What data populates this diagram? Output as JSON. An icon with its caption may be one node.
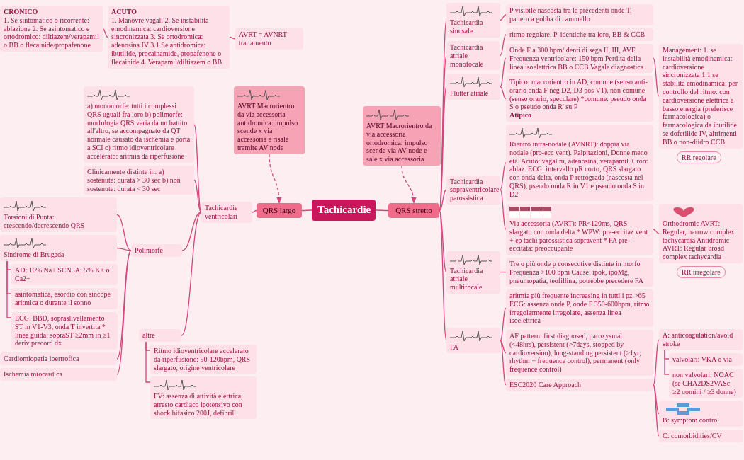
{
  "diagram": {
    "nodes": [
      {
        "text": [
          "Tachicardie"
        ]
      },
      {
        "text": [
          "QRS largo"
        ]
      },
      {
        "text": [
          "QRS stretto"
        ]
      },
      {
        "text": [
          "AVRT Macrorientro da via accessoria antidromica: impulso scende x via accessoria e risale tramite AV node"
        ]
      },
      {
        "text": [
          "AVRT = AVNRT trattamento"
        ]
      },
      {
        "text": [
          "ACUTO",
          "1. Manovre vagali 2. Se instabilità emodinamica: cardioversione sincronizzata 3. Se ortodromica: adenosina IV 3.1 Se antidromica: ibutilide, procainamide, propafenone o flecainide 4. Verapamil/diltiazem o BB"
        ]
      },
      {
        "text": [
          "CRONICO",
          "1. Se sintomatico o ricorrente: ablazione 2. Se asintomatico e ortodromico: diltiazem/verapamil o BB o flecainide/propafenone"
        ]
      },
      {
        "text": [
          "Tachicardie ventricolari"
        ]
      },
      {
        "text": [
          "a) monomorfe: tutti i complessi QRS uguali fra loro b) polimorfe: morfologia QRS varia da un battito all'altro, se accompagnato da QT normale causato da ischemia e porta a SCI c) ritmo idioventricolare accelerato: aritmia da riperfusione"
        ]
      },
      {
        "text": [
          "Clinicamente distinte in: a) sostenute: durata > 30 sec b) non sostenute: durata < 30 sec"
        ]
      },
      {
        "text": [
          "Polimorfe"
        ]
      },
      {
        "text": [
          "altre"
        ]
      },
      {
        "text": [
          "Torsioni di Punta: crescendo/decrescendo QRS"
        ]
      },
      {
        "text": [
          "Sindrome di Brugada"
        ]
      },
      {
        "text": [
          "Cardiomiopatia ipertrofica"
        ]
      },
      {
        "text": [
          "Ischemia miocardica"
        ]
      },
      {
        "text": [
          "AD; 10% Na+ SCN5A; 5% K+ o Ca2+"
        ]
      },
      {
        "text": [
          "asintomatica, esordio con sincope aritmica o durante il sonno"
        ]
      },
      {
        "text": [
          "ECG: BBD, sopraslivellamento ST in V1-V3, onda T invertita * linea guida: sopraST ≥2mm in ≥1 deriv precord dx"
        ]
      },
      {
        "text": [
          "Ritmo idioventricolare accelerato da riperfusione: 50-120bpm, QRS slargato, origine ventricolare"
        ]
      },
      {
        "text": [
          "FV: assenza di attività elettrica, arresto cardiaco ipotensivo con shock bifasico 200J, defibrill."
        ]
      },
      {
        "text": [
          "AVRT Macrorientro da via accessoria ortodromica: impulso scende via AV node e sale x via accessoria"
        ]
      },
      {
        "text": [
          "Tachicardia sinusale"
        ]
      },
      {
        "text": [
          "Tachicardia atriale monofocale"
        ]
      },
      {
        "text": [
          "Flutter atriale"
        ]
      },
      {
        "text": [
          "Tachicardia sopraventricolare parossistica"
        ]
      },
      {
        "text": [
          "Tachicardia atriale multifocale"
        ]
      },
      {
        "text": [
          "FA"
        ]
      },
      {
        "text": [
          "P visibile nascosta tra le precedenti onde T, pattern a gobba di cammello"
        ]
      },
      {
        "text": [
          "ritmo regolare, P' identiche tra loro, BB & CCB"
        ]
      },
      {
        "text": [
          "Onde F a 300 bpm/ denti di sega II, III, AVF Frequenza ventricolare: 150 bpm Perdita della linea isoelettrica BB o CCB Vagale diagnostica"
        ]
      },
      {
        "text": [
          "Tipico: macrorientro in AD, comune (senso anti-orario onda F neg D2, D3 pos V1), non comune (senso orario, speculare) *comune: pseudo onda S o pseudo onda R' su P",
          "Atipico"
        ]
      },
      {
        "text": [
          "Management: 1. se instabilità emodinamica: cardioversione sincronizzata 1.1 se stabilità emodinamica: per controllo del ritmo: con cardioversione elettrica a basso energia (preferisce farmacologica) o farmacologica da ibutilide se dofetilide IV, altrimenti BB o non-diidro CCB"
        ]
      },
      {
        "text": [
          "Rientro intra-nodale (AVNRT): doppia via nodale (pro-ecc vent). Palpitazioni, Donne meno età. Acuto: vagal m, adenosina, verapamil. Cron: ablaz. ECG: intervallo pR corto, QRS slargato con onda delta, onda P retrograda (nascosta nel QRS), pseudo onda R in V1 e pseudo onda S in D2"
        ]
      },
      {
        "text": [
          "Via accessoria (AVRT): PR<120ms, QRS slargato con onda delta * WPW: pre-eccitaz vent + ep tachi parossistica sopravent * FA pre-eccitata: preoccupante"
        ]
      },
      {
        "text": [
          "Orthodromic AVRT: Regular, narrow complex tachycardia Antidromic AVRT: Regular broad complex tachycardia"
        ]
      },
      {
        "text": [
          "Tre o più onde p consecutive distinte in morfo Frequenza >100 bpm Cause: ipok, ipoMg, pneumopatia, teofillina; potrebbe precedere FA"
        ]
      },
      {
        "text": [
          "aritmia più frequente increasing in tutti i pz >65 ECG: assenza onde P, onde F 350-600bpm, ritmo irregolarmente irregolare, assenza linea isoelettrica"
        ]
      },
      {
        "text": [
          "AF pattern: first diagnosed, paroxysmal (<48hrs), persistent (>7days, stopped by cardioversion), long-standing persistent (>1yr; rhythm + frequence control), permanent (only frequence control)"
        ]
      },
      {
        "text": [
          "ESC2020 Care Approach"
        ]
      },
      {
        "text": [
          "A: anticoagulation/avoid stroke"
        ]
      },
      {
        "text": [
          "B: symptom control"
        ]
      },
      {
        "text": [
          "C: comorbidities/CV"
        ]
      },
      {
        "text": [
          "valvolari: VKA o via"
        ]
      },
      {
        "text": [
          "non valvolari: NOAC (se CHA2DS2VASc ≥2 uomini / ≥3 donne)"
        ]
      }
    ],
    "edges": [
      {
        "from": 0,
        "to": 1,
        "arrow": "none"
      },
      {
        "from": 0,
        "to": 2,
        "arrow": "none"
      },
      {
        "from": 3,
        "to": 1,
        "arrow": "to",
        "style": "dashed"
      },
      {
        "from": 4,
        "to": 5,
        "arrow": "none"
      },
      {
        "from": 5,
        "to": 6,
        "arrow": "none"
      },
      {
        "from": 1,
        "to": 7,
        "arrow": "none"
      },
      {
        "from": 7,
        "to": 8,
        "arrow": "none"
      },
      {
        "from": 7,
        "to": 9,
        "arrow": "none"
      },
      {
        "from": 7,
        "to": 10,
        "arrow": "none"
      },
      {
        "from": 7,
        "to": 11,
        "arrow": "none"
      },
      {
        "from": 10,
        "to": 12,
        "arrow": "none"
      },
      {
        "from": 10,
        "to": 13,
        "arrow": "none"
      },
      {
        "from": 10,
        "to": 14,
        "arrow": "none"
      },
      {
        "from": 10,
        "to": 15,
        "arrow": "none"
      },
      {
        "from": 13,
        "to": 16,
        "arrow": "none"
      },
      {
        "from": 13,
        "to": 17,
        "arrow": "none"
      },
      {
        "from": 13,
        "to": 18,
        "arrow": "none"
      },
      {
        "from": 11,
        "to": 19,
        "arrow": "none"
      },
      {
        "from": 11,
        "to": 20,
        "arrow": "none"
      },
      {
        "from": 21,
        "to": 2,
        "arrow": "to",
        "style": "dashed"
      },
      {
        "from": 2,
        "to": 22,
        "arrow": "none"
      },
      {
        "from": 2,
        "to": 23,
        "arrow": "none"
      },
      {
        "from": 2,
        "to": 24,
        "arrow": "none"
      },
      {
        "from": 2,
        "to": 25,
        "arrow": "none"
      },
      {
        "from": 2,
        "to": 26,
        "arrow": "none"
      },
      {
        "from": 2,
        "to": 27,
        "arrow": "none"
      },
      {
        "from": 22,
        "to": 28,
        "arrow": "none"
      },
      {
        "from": 23,
        "to": 29,
        "arrow": "none"
      },
      {
        "from": 24,
        "to": 30,
        "arrow": "none"
      },
      {
        "from": 24,
        "to": 31,
        "arrow": "none"
      },
      {
        "from": 30,
        "to": 32,
        "arrow": "none"
      },
      {
        "from": 25,
        "to": 33,
        "arrow": "none"
      },
      {
        "from": 25,
        "to": 34,
        "arrow": "none"
      },
      {
        "from": 34,
        "to": 35,
        "arrow": "none"
      },
      {
        "from": 26,
        "to": 36,
        "arrow": "none"
      },
      {
        "from": 27,
        "to": 37,
        "arrow": "none"
      },
      {
        "from": 27,
        "to": 38,
        "arrow": "none"
      },
      {
        "from": 27,
        "to": 39,
        "arrow": "none"
      },
      {
        "from": 39,
        "to": 40,
        "arrow": "none"
      },
      {
        "from": 39,
        "to": 41,
        "arrow": "none"
      },
      {
        "from": 39,
        "to": 42,
        "arrow": "none"
      },
      {
        "from": 40,
        "to": 43,
        "arrow": "none"
      },
      {
        "from": 40,
        "to": 44,
        "arrow": "none"
      }
    ],
    "labels": [
      "RR regolare",
      "RR irregolare"
    ]
  }
}
